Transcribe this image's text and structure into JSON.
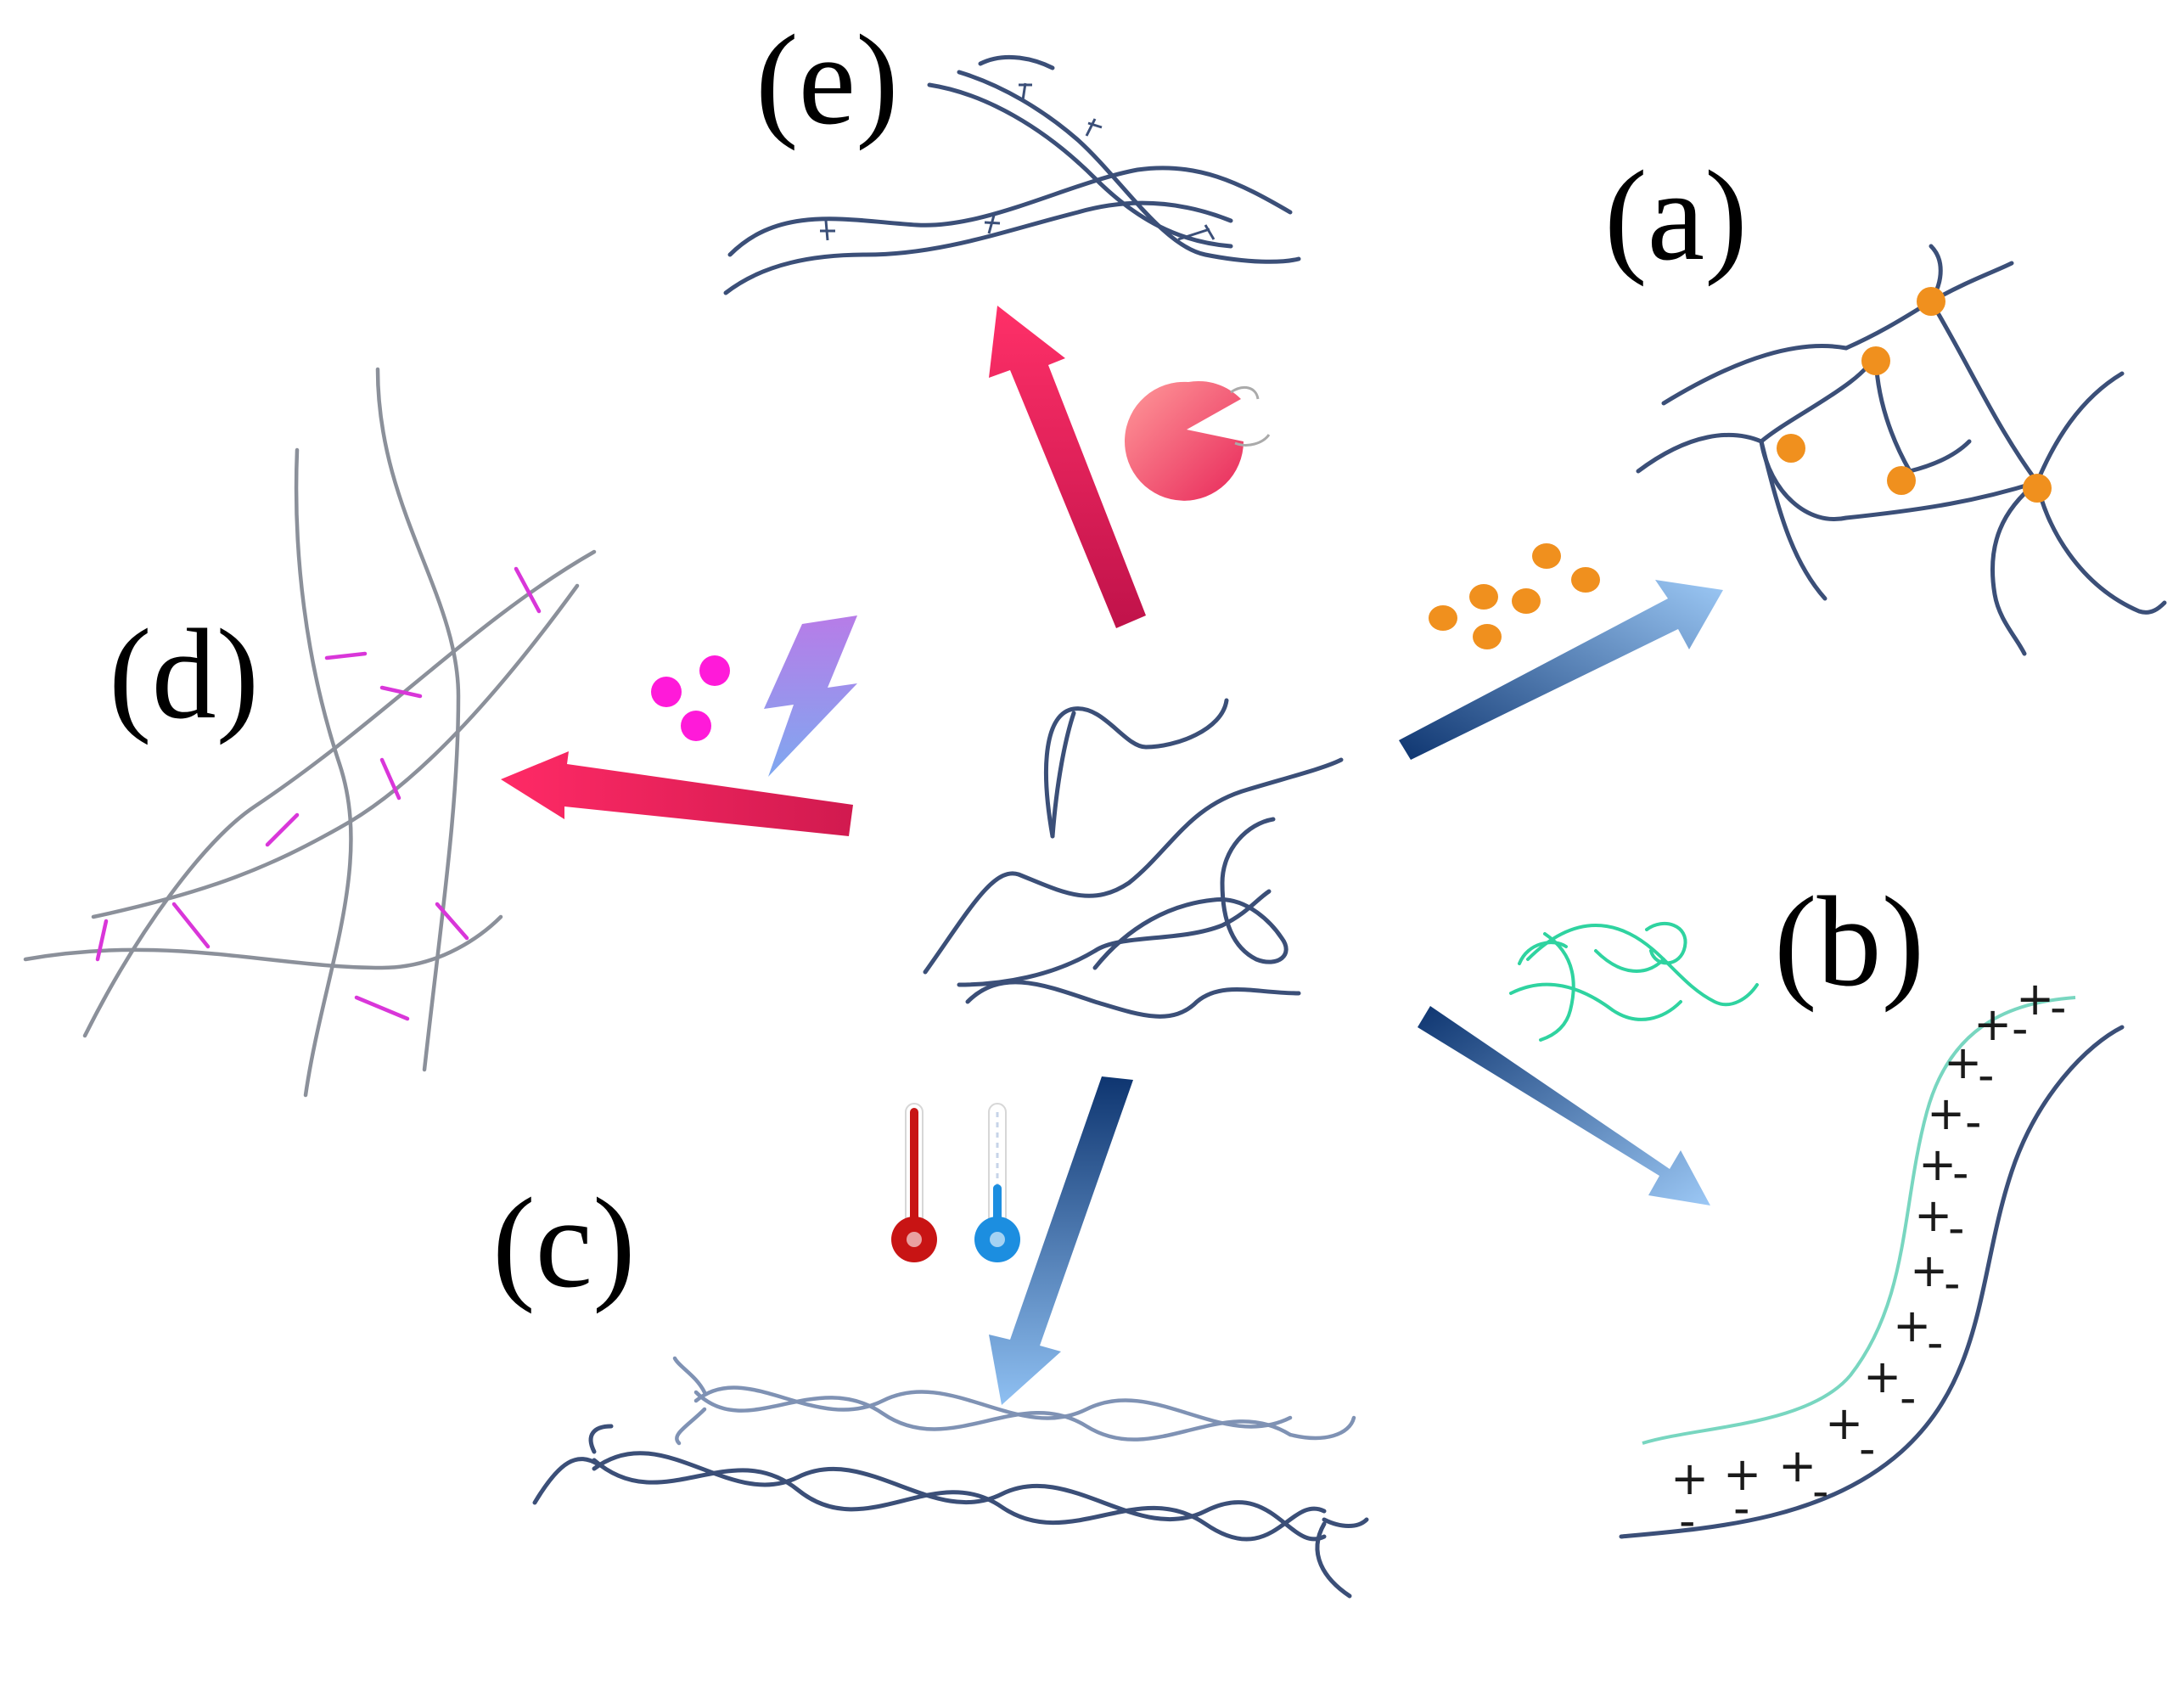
{
  "panels": {
    "a": {
      "label": "(a)"
    },
    "b": {
      "label": "(b)"
    },
    "c": {
      "label": "(c)"
    },
    "d": {
      "label": "(d)"
    },
    "e": {
      "label": "(e)"
    }
  },
  "charges": {
    "positive": "+",
    "negative": "-"
  },
  "icons": {
    "ion_dots": "orange-ion-dots-icon",
    "polyelectrolyte": "green-polymer-coil-icon",
    "hot_thermometer": "red-thermometer-icon",
    "cold_thermometer": "blue-thermometer-icon",
    "crosslinker_dots": "magenta-crosslinker-dots-icon",
    "light": "lightning-bolt-icon",
    "enzyme": "pacman-enzyme-icon"
  },
  "colors": {
    "chain": "#3b4f78",
    "ion": "#f0901e",
    "crosslink": "#d936d9",
    "blue_arrow": "#1e4f96",
    "red_arrow": "#e81e5a",
    "polyelectrolyte": "#2fd3a0"
  }
}
